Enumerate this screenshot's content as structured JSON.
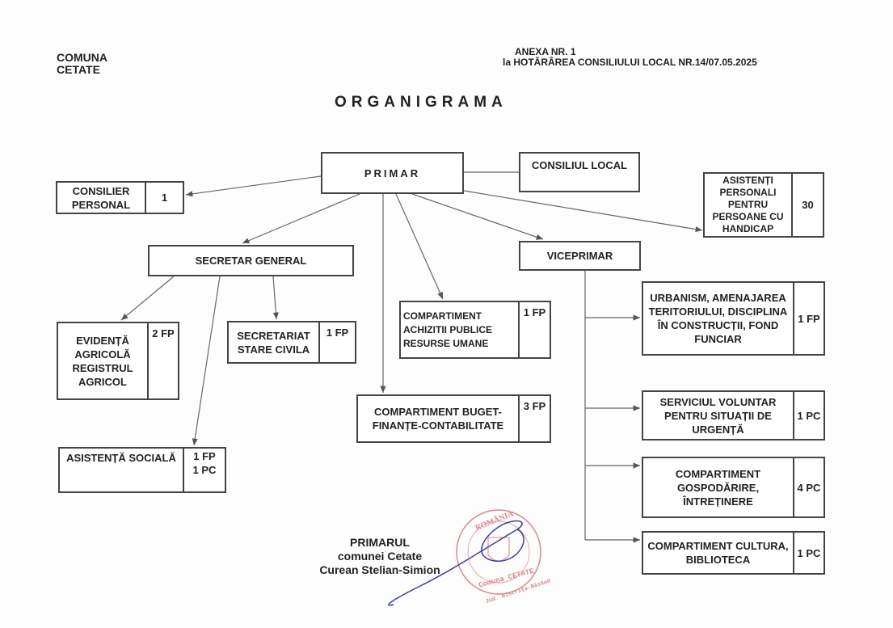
{
  "header": {
    "commune_line1": "COMUNA",
    "commune_line2": "CETATE",
    "annex": "ANEXA NR. 1",
    "decision": "la HOTĂRÂREA CONSILIULUI LOCAL NR.14/07.05.2025"
  },
  "title": "ORGANIGRAMA",
  "boxes": {
    "primar": {
      "label": "PRIMAR"
    },
    "consiliul_local": {
      "label": "CONSILIUL LOCAL"
    },
    "consilier_personal": {
      "label": "CONSILIER PERSONAL",
      "count": "1"
    },
    "asistenti": {
      "label": "ASISTENȚI PERSONALI PENTRU PERSOANE CU HANDICAP",
      "count": "30"
    },
    "secretar_general": {
      "label": "SECRETAR GENERAL"
    },
    "viceprimar": {
      "label": "VICEPRIMAR"
    },
    "evidenta": {
      "label": "EVIDENȚĂ AGRICOLĂ REGISTRUL AGRICOL",
      "count": "2 FP"
    },
    "secretariat": {
      "label": "SECRETARIAT STARE CIVILA",
      "count": "1 FP"
    },
    "achizitii": {
      "label": "COMPARTIMENT ACHIZITII PUBLICE RESURSE UMANE",
      "count": "1 FP"
    },
    "buget": {
      "label": "COMPARTIMENT BUGET-FINANȚE-CONTABILITATE",
      "count": "3 FP"
    },
    "asistenta_sociala": {
      "label": "ASISTENȚĂ SOCIALĂ",
      "count": "1 FP\n1 PC"
    },
    "urbanism": {
      "label": "URBANISM, AMENAJAREA TERITORIULUI, DISCIPLINA ÎN CONSTRUCȚII, FOND FUNCIAR",
      "count": "1 FP"
    },
    "voluntar": {
      "label": "SERVICIUL VOLUNTAR PENTRU SITUAȚII DE URGENȚĂ",
      "count": "1 PC"
    },
    "gospodarire": {
      "label": "COMPARTIMENT GOSPODĂRIRE, ÎNTREȚINERE",
      "count": "4 PC"
    },
    "cultura": {
      "label": "COMPARTIMENT CULTURA, BIBLIOTECA",
      "count": "1 PC"
    }
  },
  "signature": {
    "role": "PRIMARUL",
    "of": "comunei Cetate",
    "name": "Curean Stelian-Simion"
  },
  "stamp": {
    "top": "ROMÂNIA",
    "bottom": "Comuna CETATE",
    "county": "Jud. Bistrița-Năsăud"
  },
  "colors": {
    "stamp": "#d9868c",
    "signature": "#3a3fa0"
  }
}
